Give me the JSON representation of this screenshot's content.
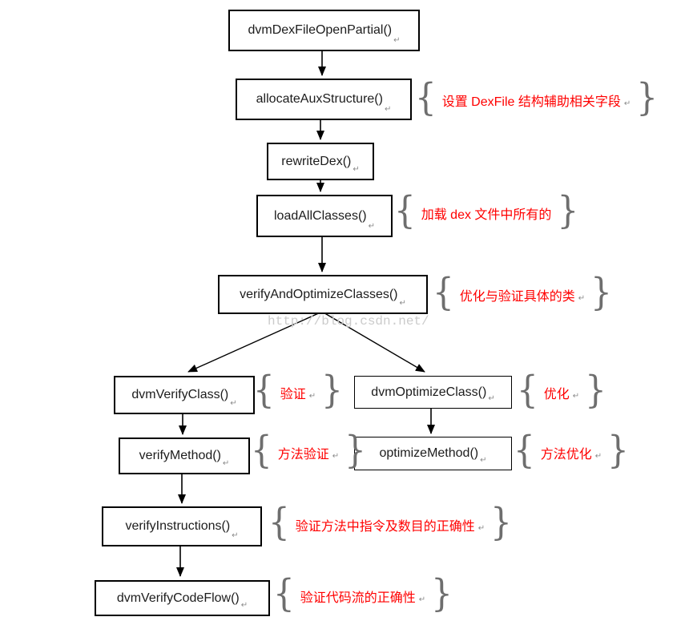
{
  "watermark": "http://blog.csdn.net/",
  "symbols": {
    "return_mark": "↵",
    "brace_open": "{",
    "brace_close": "}"
  },
  "colors": {
    "box_border": "#000000",
    "box_text": "#1c1c1c",
    "annotation_text": "#ff0000",
    "brace": "#6e6e6e",
    "return_mark": "#8a8a8a",
    "watermark": "#cbcbcb",
    "background": "#ffffff"
  },
  "nodes": [
    {
      "id": "dvm-dex-file-open-partial",
      "label": "dvmDexFileOpenPartial()"
    },
    {
      "id": "allocate-aux-structure",
      "label": "allocateAuxStructure()",
      "annotation": "设置 DexFile 结构辅助相关字段"
    },
    {
      "id": "rewrite-dex",
      "label": "rewriteDex()"
    },
    {
      "id": "load-all-classes",
      "label": "loadAllClasses()",
      "annotation": "加载 dex 文件中所有的"
    },
    {
      "id": "verify-and-optimize-classes",
      "label": "verifyAndOptimizeClasses()",
      "annotation": "优化与验证具体的类"
    },
    {
      "id": "dvm-verify-class",
      "label": "dvmVerifyClass()",
      "annotation": "验证"
    },
    {
      "id": "dvm-optimize-class",
      "label": "dvmOptimizeClass()",
      "annotation": "优化"
    },
    {
      "id": "verify-method",
      "label": "verifyMethod()",
      "annotation": "方法验证"
    },
    {
      "id": "optimize-method",
      "label": "optimizeMethod()",
      "annotation": "方法优化"
    },
    {
      "id": "verify-instructions",
      "label": "verifyInstructions()",
      "annotation": "验证方法中指令及数目的正确性"
    },
    {
      "id": "dvm-verify-code-flow",
      "label": "dvmVerifyCodeFlow()",
      "annotation": "验证代码流的正确性"
    }
  ],
  "edges": [
    {
      "from": "dvm-dex-file-open-partial",
      "to": "allocate-aux-structure"
    },
    {
      "from": "allocate-aux-structure",
      "to": "rewrite-dex"
    },
    {
      "from": "rewrite-dex",
      "to": "load-all-classes"
    },
    {
      "from": "load-all-classes",
      "to": "verify-and-optimize-classes"
    },
    {
      "from": "verify-and-optimize-classes",
      "to": "dvm-verify-class"
    },
    {
      "from": "verify-and-optimize-classes",
      "to": "dvm-optimize-class"
    },
    {
      "from": "dvm-verify-class",
      "to": "verify-method"
    },
    {
      "from": "dvm-optimize-class",
      "to": "optimize-method"
    },
    {
      "from": "verify-method",
      "to": "verify-instructions"
    },
    {
      "from": "verify-instructions",
      "to": "dvm-verify-code-flow"
    }
  ]
}
